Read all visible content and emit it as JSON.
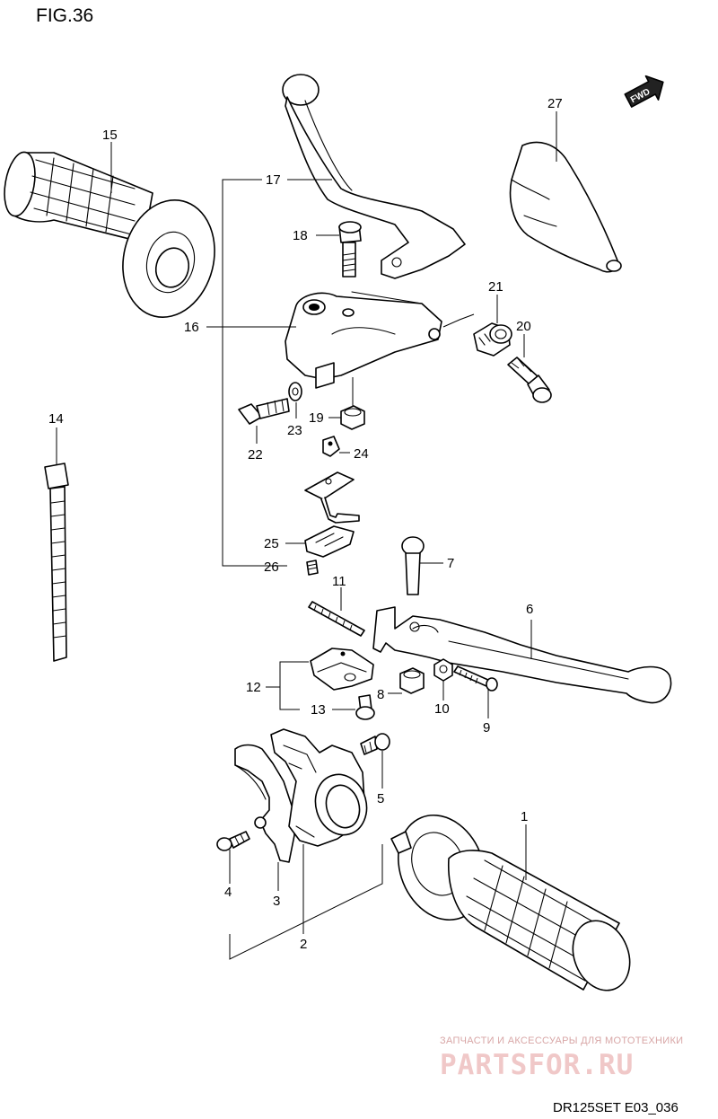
{
  "figure": {
    "title": "FIG.36",
    "code": "DR125SET E03_036",
    "fwd_badge": "FWD"
  },
  "watermark": {
    "tagline": "ЗАПЧАСТИ И АКСЕССУАРЫ ДЛЯ МОТОТЕХНИКИ",
    "logo": "PARTSFOR.RU"
  },
  "callouts": {
    "c1": "1",
    "c2": "2",
    "c3": "3",
    "c4": "4",
    "c5": "5",
    "c6": "6",
    "c7": "7",
    "c8": "8",
    "c9": "9",
    "c10": "10",
    "c11": "11",
    "c12": "12",
    "c13": "13",
    "c14": "14",
    "c15": "15",
    "c16": "16",
    "c17": "17",
    "c18": "18",
    "c19": "19",
    "c20": "20",
    "c21": "21",
    "c22": "22",
    "c23": "23",
    "c24": "24",
    "c25": "25",
    "c26": "26",
    "c27": "27"
  },
  "colors": {
    "line": "#000000",
    "background": "#ffffff",
    "watermark": "#f0c8c8"
  }
}
